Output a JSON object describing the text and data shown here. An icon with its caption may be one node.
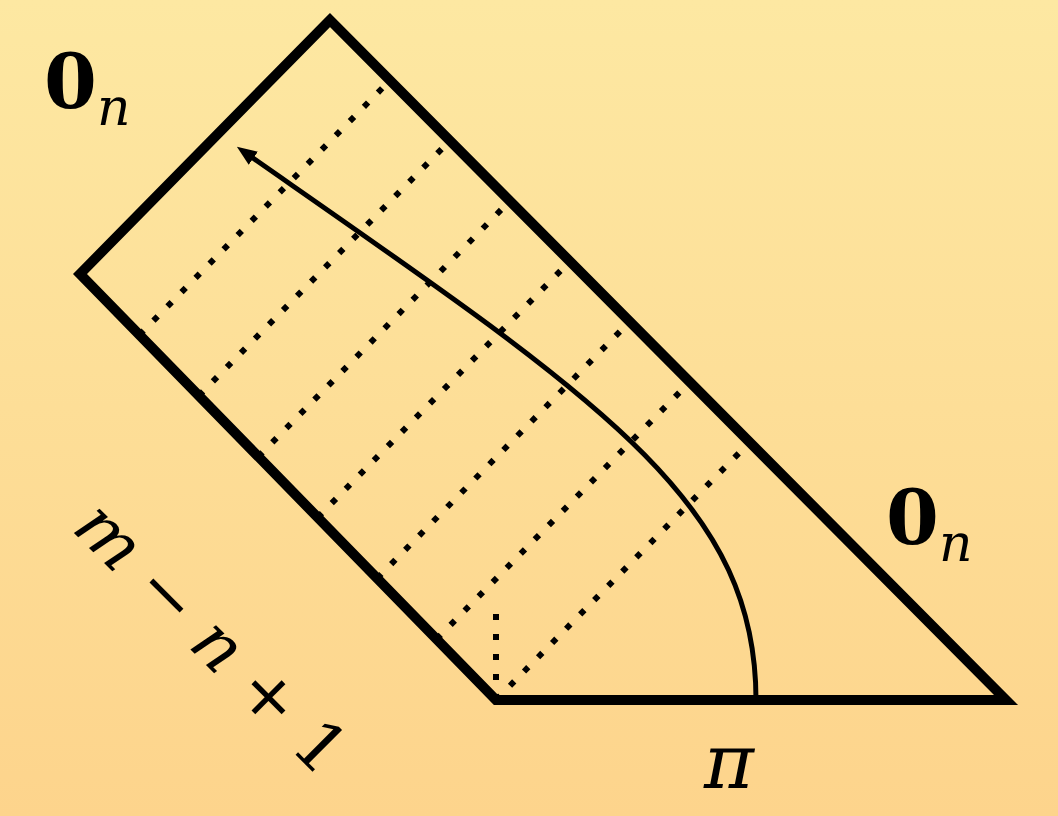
{
  "diagram": {
    "labels": [
      "**0**$_{n}$",
      "*m* − *n* + 1",
      "**0**$_{n}$",
      "*π*"
    ]
  }
}
